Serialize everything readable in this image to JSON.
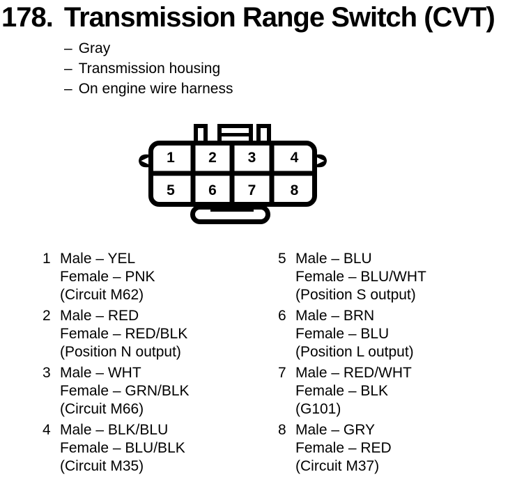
{
  "page": {
    "number": "178.",
    "title": "Transmission Range Switch (CVT)",
    "bullet_dash": "–",
    "bullets": [
      "Gray",
      "Transmission housing",
      "On engine wire harness"
    ]
  },
  "connector": {
    "description": "8-pin connector, 2 rows of 4, face view",
    "pins": [
      "1",
      "2",
      "3",
      "4",
      "5",
      "6",
      "7",
      "8"
    ]
  },
  "pins": {
    "left": [
      {
        "num": "1",
        "lines": [
          "Male – YEL",
          "Female – PNK",
          "(Circuit M62)"
        ]
      },
      {
        "num": "2",
        "lines": [
          "Male – RED",
          "Female – RED/BLK",
          "(Position N output)"
        ]
      },
      {
        "num": "3",
        "lines": [
          "Male – WHT",
          "Female – GRN/BLK",
          "(Circuit M66)"
        ]
      },
      {
        "num": "4",
        "lines": [
          "Male – BLK/BLU",
          "Female – BLU/BLK",
          "(Circuit M35)"
        ]
      }
    ],
    "right": [
      {
        "num": "5",
        "lines": [
          "Male – BLU",
          "Female – BLU/WHT",
          "(Position S output)"
        ]
      },
      {
        "num": "6",
        "lines": [
          "Male – BRN",
          "Female – BLU",
          "(Position L output)"
        ]
      },
      {
        "num": "7",
        "lines": [
          "Male – RED/WHT",
          "Female – BLK",
          "(G101)"
        ]
      },
      {
        "num": "8",
        "lines": [
          "Male – GRY",
          "Female – RED",
          "(Circuit M37)"
        ]
      }
    ]
  },
  "colors": {
    "ink": "#000000",
    "paper": "#ffffff"
  }
}
